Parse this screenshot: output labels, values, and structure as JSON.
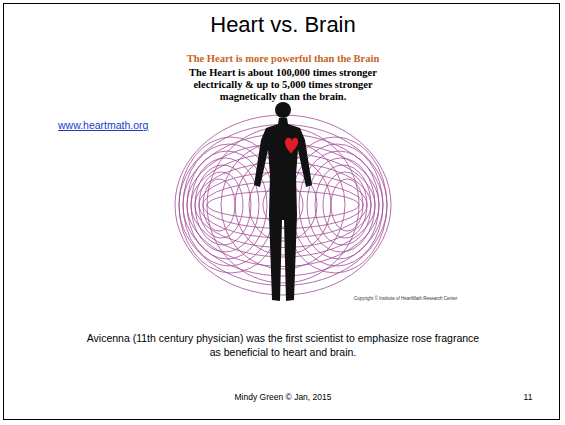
{
  "diagram": {
    "title": "Heart vs. Brain",
    "caption": "Avicenna (11th century physician) was the first scientist to emphasize rose fragrance as beneficial to heart and brain.",
    "labels": [
      "The Heart is more powerful than the Brain",
      "The Heart is about 100,000 times stronger electrically & up to 5,000 times stronger magnetically than the brain.",
      "www.heartmath.org",
      "Copyright © Institute of HeartMath Research Center",
      "Mindy Green © Jan, 2015",
      "11"
    ]
  }
}
